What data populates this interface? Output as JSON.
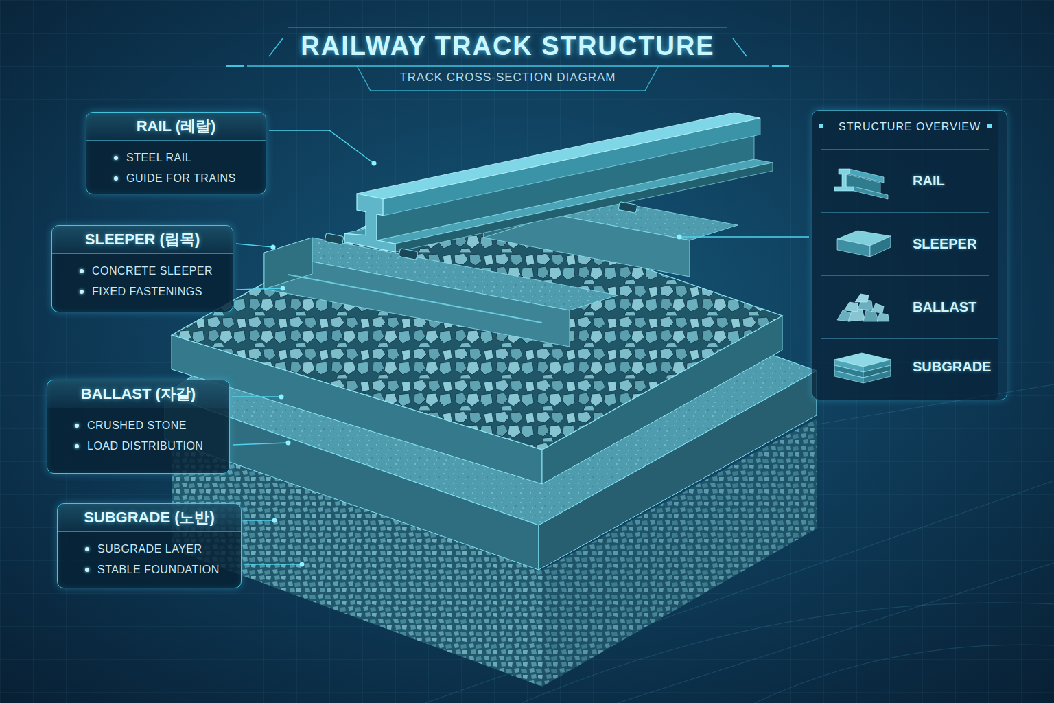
{
  "diagram": {
    "title": "RAILWAY TRACK STRUCTURE",
    "nodes": [
      {
        "text": [
          "RAIL (레랄)",
          "STEEL RAIL",
          "GUIDE FOR TRAINS"
        ]
      },
      {
        "text": [
          "SLEEPER (립목)",
          "CONCRETE SLEEPER",
          "FIXED FASTENINGS"
        ]
      },
      {
        "text": [
          "BALLAST (자갈)",
          "CRUSHED STONE",
          "LOAD DISTRIBUTION"
        ]
      },
      {
        "text": [
          "SUBGRADE (노반)",
          "SUBGRADE LAYER",
          "STABLE FOUNDATION"
        ]
      },
      {
        "text": [
          "STRUCTURE OVERVIEW"
        ]
      },
      {
        "text": [
          "RAIL"
        ],
        "in": 4
      },
      {
        "text": [
          "SLEEPER"
        ],
        "in": 4
      },
      {
        "text": [
          "BALLAST"
        ],
        "in": 4
      },
      {
        "text": [
          "SUBGRADE"
        ],
        "in": 4
      }
    ],
    "labels": [
      "TRACK CROSS-SECTION DIAGRAM"
    ]
  }
}
